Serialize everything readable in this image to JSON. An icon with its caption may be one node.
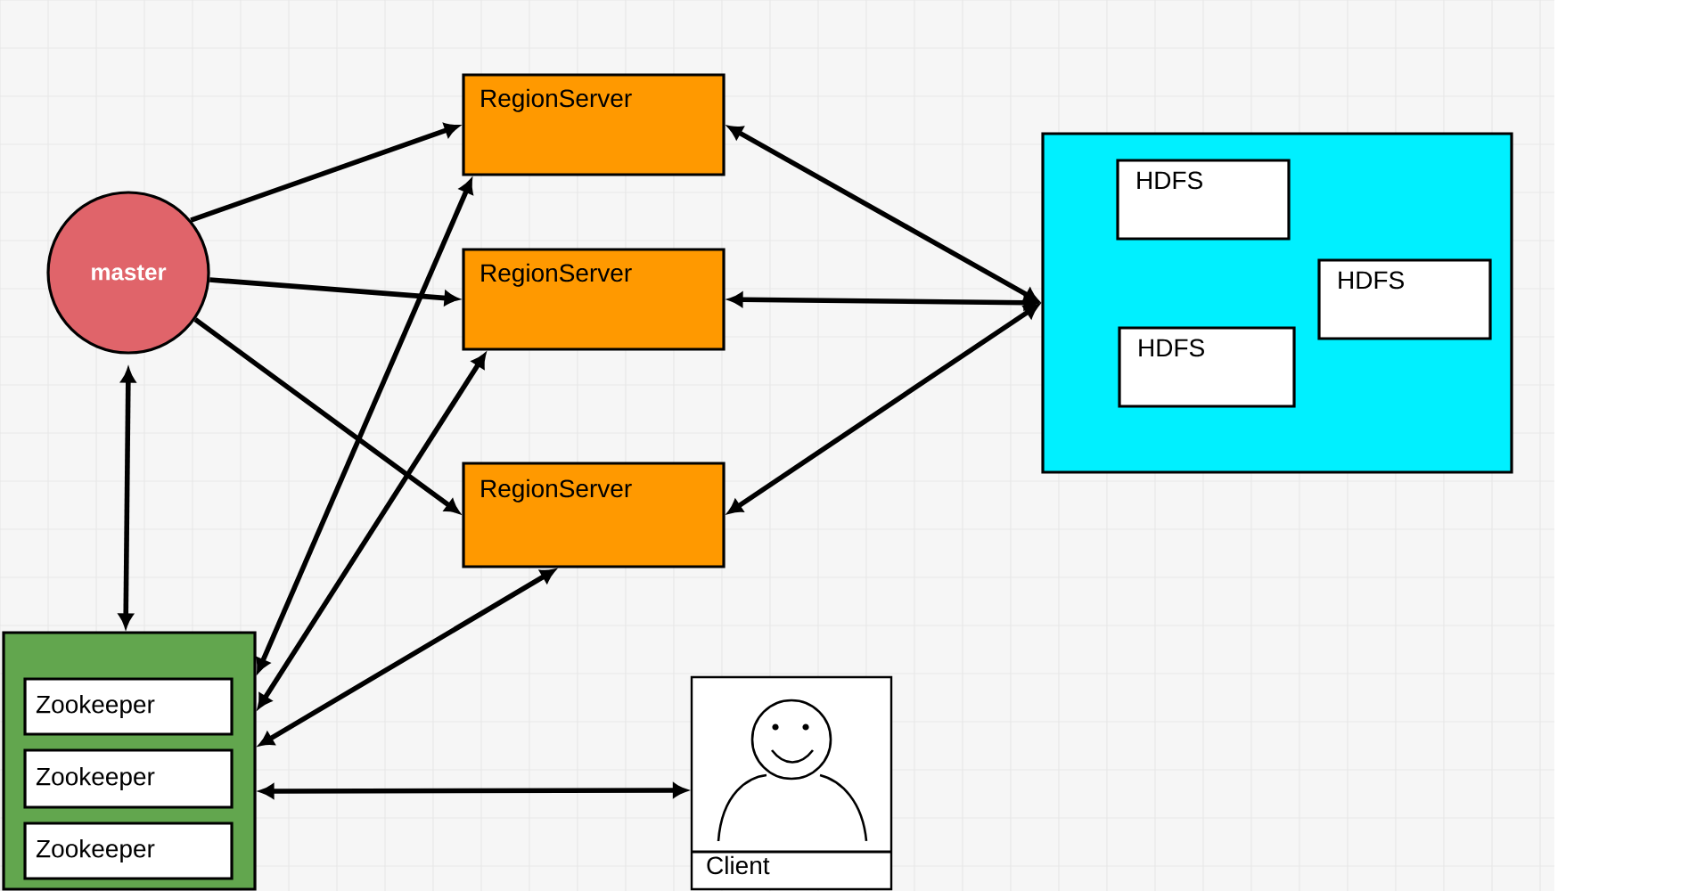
{
  "diagram": {
    "nodes": [
      {
        "text": [
          "master"
        ]
      },
      {
        "text": [
          "RegionServer"
        ]
      },
      {
        "text": [
          "RegionServer"
        ]
      },
      {
        "text": [
          "RegionServer"
        ]
      },
      {
        "text": [],
        "shape": "box"
      },
      {
        "text": [
          "HDFS"
        ],
        "in": 4
      },
      {
        "text": [
          "HDFS"
        ],
        "in": 4
      },
      {
        "text": [
          "HDFS"
        ],
        "in": 4
      },
      {
        "text": [],
        "shape": "box"
      },
      {
        "text": [
          "Zookeeper"
        ],
        "in": 8
      },
      {
        "text": [
          "Zookeeper"
        ],
        "in": 8
      },
      {
        "text": [
          "Zookeeper"
        ],
        "in": 8
      },
      {
        "text": [
          "Client"
        ]
      }
    ],
    "edges": [
      {
        "from": 0,
        "to": 1,
        "arrow": "to"
      },
      {
        "from": 0,
        "to": 2,
        "arrow": "to"
      },
      {
        "from": 0,
        "to": 3,
        "arrow": "to"
      },
      {
        "from": 8,
        "to": 0,
        "arrow": "both"
      },
      {
        "from": 4,
        "to": 1,
        "arrow": "both"
      },
      {
        "from": 4,
        "to": 2,
        "arrow": "both"
      },
      {
        "from": 4,
        "to": 3,
        "arrow": "both"
      },
      {
        "from": 8,
        "to": 1,
        "arrow": "both"
      },
      {
        "from": 8,
        "to": 2,
        "arrow": "both"
      },
      {
        "from": 8,
        "to": 3,
        "arrow": "both"
      },
      {
        "from": 8,
        "to": 12,
        "arrow": "both"
      }
    ]
  }
}
